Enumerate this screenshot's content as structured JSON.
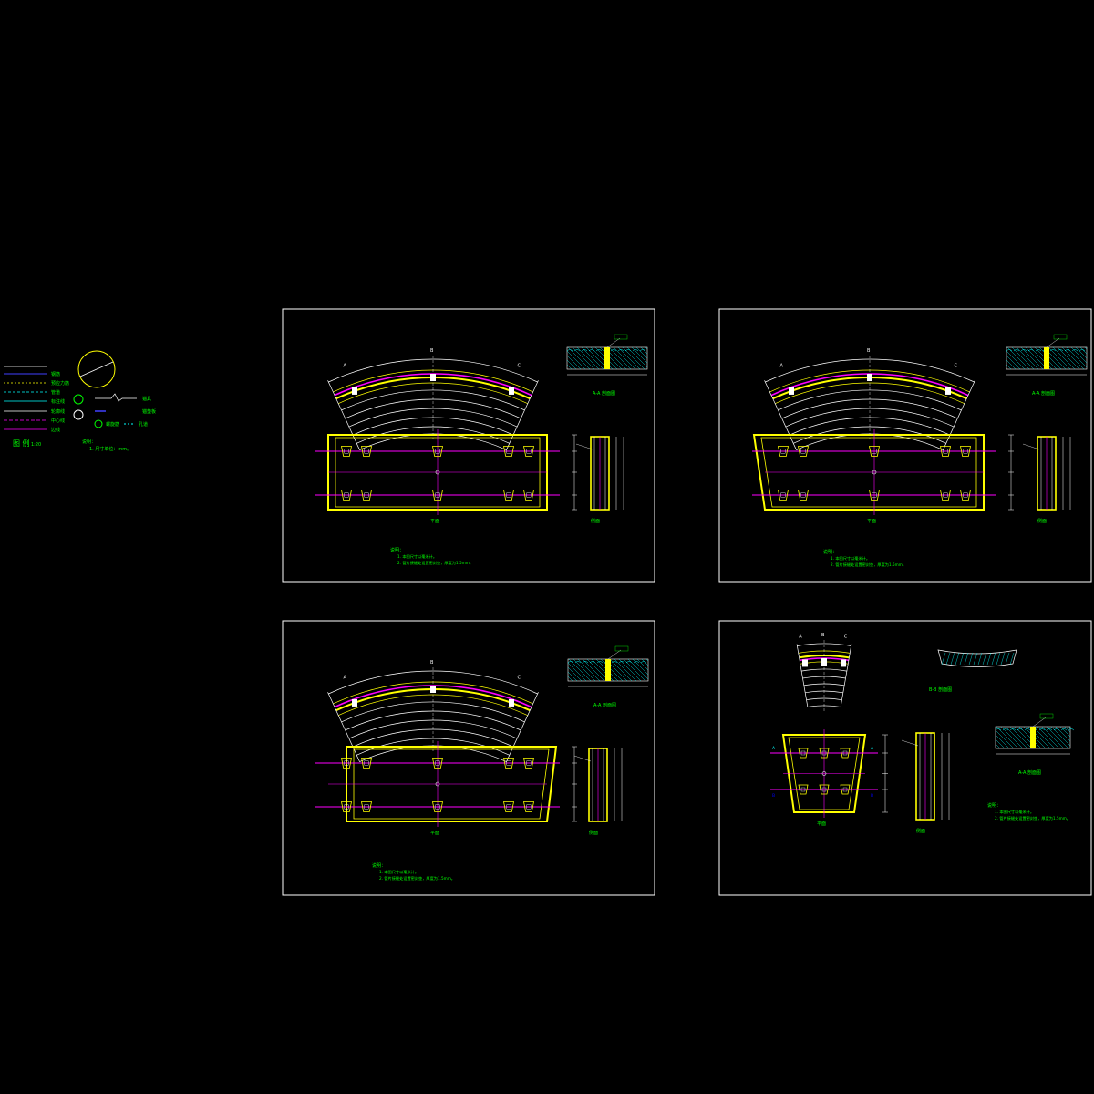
{
  "colors": {
    "background": "#000000",
    "frame": "#ffffff",
    "segment": "#ffff00",
    "centerline": "#ff00ff",
    "text": "#00ff00",
    "hatch": "#00ffff",
    "marker": "#0000ff"
  },
  "legend": {
    "title": "图 例",
    "scale": "1:20",
    "items": [
      "钢筋",
      "预应力筋",
      "管道",
      "标注线",
      "轮廓线",
      "中心线",
      "边线"
    ],
    "symbols": [
      "锚具",
      "锚垫板",
      "螺旋筋",
      "孔道"
    ],
    "note_title": "说明：",
    "note": "1. 尺寸单位：mm。"
  },
  "sheets": [
    {
      "arc_labels": [
        "A",
        "B",
        "C"
      ],
      "section_label": "A-A 剖面图",
      "plan_label": "平面",
      "elevation_label": "侧面",
      "note_title": "说明：",
      "notes": [
        "1. 本图尺寸以毫米计。",
        "2. 管片接缝处设置密封垫，厚度为1.5mm。"
      ]
    },
    {
      "arc_labels": [
        "A",
        "B",
        "C"
      ],
      "section_label": "A-A 剖面图",
      "plan_label": "平面",
      "elevation_label": "侧面",
      "note_title": "说明：",
      "notes": [
        "1. 本图尺寸以毫米计。",
        "2. 管片接缝处设置密封垫，厚度为1.5mm。"
      ]
    },
    {
      "arc_labels": [
        "A",
        "B",
        "C"
      ],
      "section_label": "A-A 剖面图",
      "plan_label": "平面",
      "elevation_label": "侧面",
      "note_title": "说明：",
      "notes": [
        "1. 本图尺寸以毫米计。",
        "2. 管片接缝处设置密封垫，厚度为1.5mm。"
      ]
    },
    {
      "arc_labels": [
        "A",
        "B",
        "C"
      ],
      "section_label": "A-A 剖面图",
      "extra_label": "B-B 剖面图",
      "plan_label": "平面",
      "elevation_label": "侧面",
      "note_title": "说明：",
      "notes": [
        "1. 本图尺寸以毫米计。",
        "2. 管片接缝处设置密封垫，厚度为1.5mm。"
      ]
    }
  ]
}
